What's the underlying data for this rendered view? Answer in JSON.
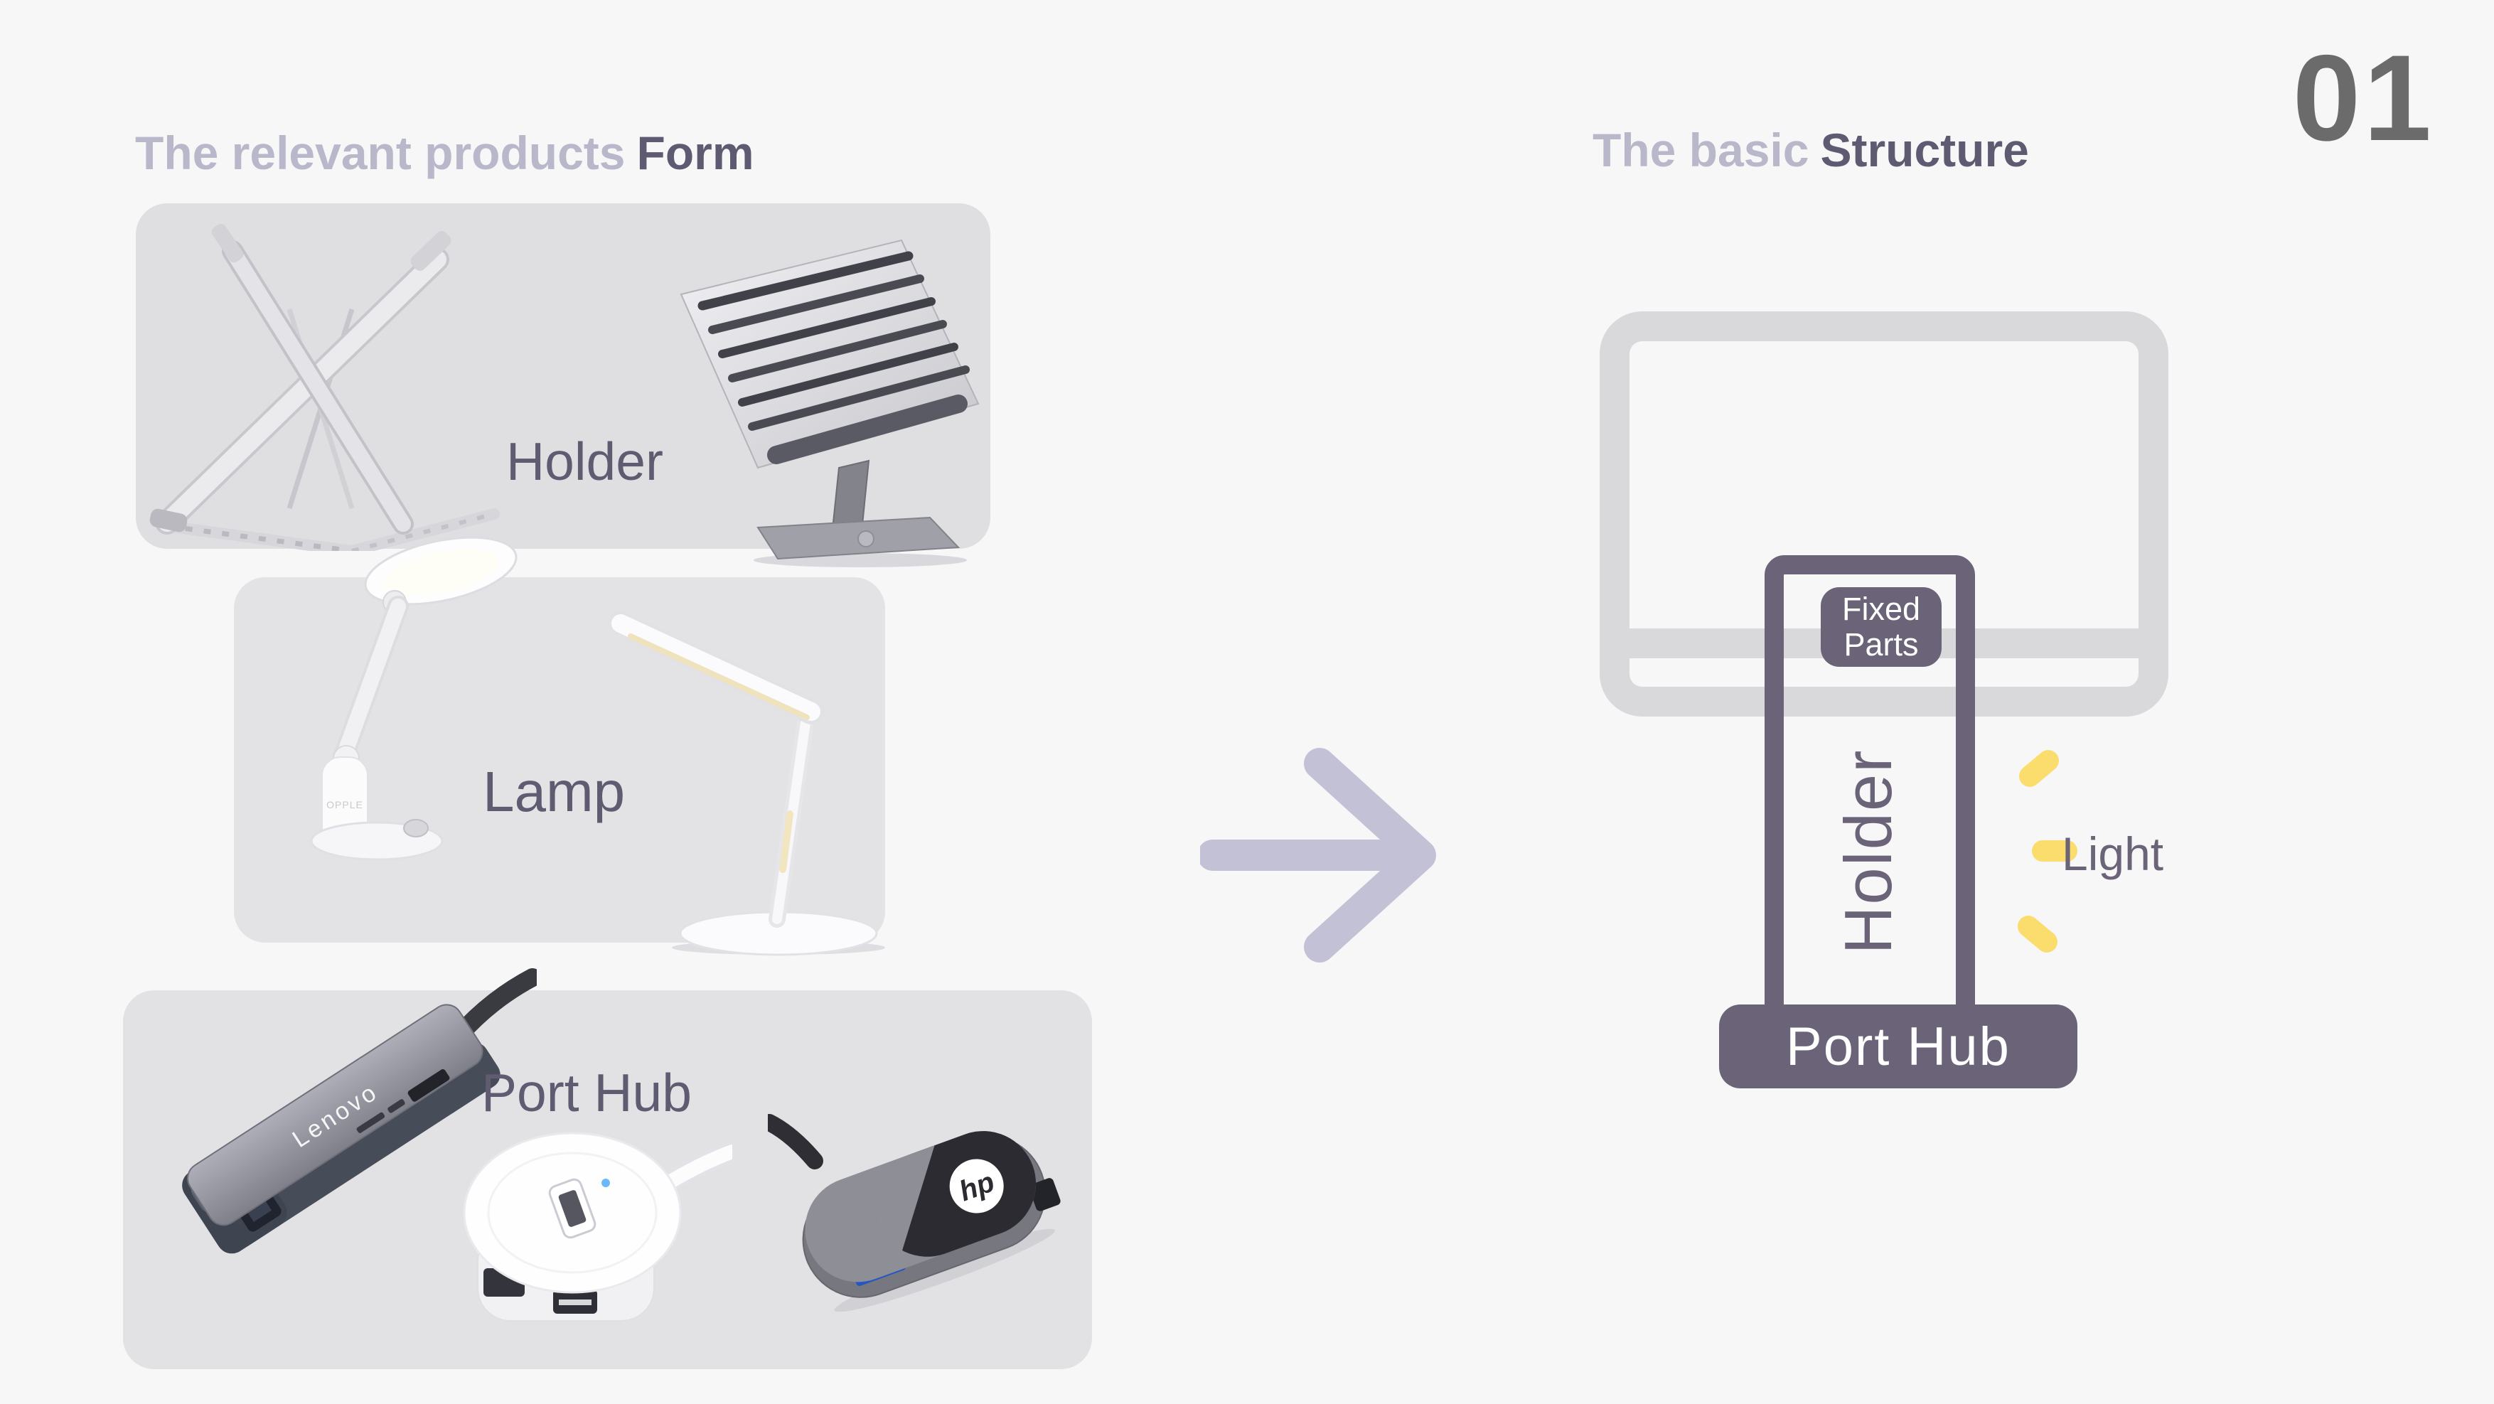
{
  "page": {
    "number": "01",
    "background": "#f7f7f8"
  },
  "colors": {
    "title_light": "#b9b8cb",
    "title_accent": "#5e5a71",
    "card_label": "#5f5b70",
    "diagram_purple": "#6b6377",
    "monitor_gray": "#d9d9dc",
    "light_yellow": "#fbdd6e",
    "arrow_lavender": "#c2c1d5",
    "page_number": "#6b6b6b",
    "card_backgrounds": [
      "#dfdfe2",
      "#e3e3e5",
      "#e2e2e4"
    ]
  },
  "left_section": {
    "title": {
      "light": "The relevant products",
      "accent": "Form"
    },
    "cards": [
      {
        "label": "Holder",
        "products": [
          "x-folding-laptop-stand",
          "adjustable-laptop-riser"
        ]
      },
      {
        "label": "Lamp",
        "products": [
          "round-head-desk-lamp",
          "bar-head-desk-lamp"
        ],
        "brand_marks": {
          "opple": "OPPLE"
        }
      },
      {
        "label": "Port Hub",
        "products": [
          "lenovo-multiport-hub",
          "round-4-port-hub",
          "hp-oval-hub"
        ],
        "brand_marks": {
          "lenovo": "Lenovo",
          "hp": "hp"
        }
      }
    ]
  },
  "arrow": {
    "direction": "right"
  },
  "right_section": {
    "title": {
      "light": "The basic",
      "accent": "Structure"
    },
    "diagram": {
      "fixed_parts": {
        "line1": "Fixed",
        "line2": "Parts"
      },
      "holder_label": "Holder",
      "port_hub_label": "Port Hub",
      "light_label": "Light"
    }
  }
}
